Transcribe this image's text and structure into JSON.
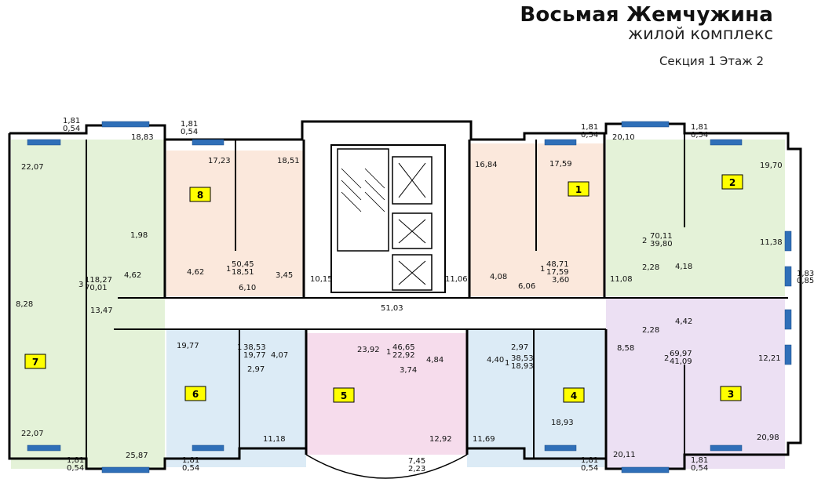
{
  "header": {
    "title": "Восьмая Жемчужина",
    "subtitle": "жилой комплекс",
    "section_floor": "Секция 1 Этаж  2"
  },
  "colors": {
    "apt_8": "#fbe8dc",
    "apt_1": "#fbe8dc",
    "apt_7": "#e4f2d8",
    "apt_2": "#e4f2d8",
    "apt_6": "#dcebf6",
    "apt_4": "#dcebf6",
    "apt_5": "#f6dcec",
    "apt_3": "#ece0f3",
    "label_fill": "#ffff00",
    "window": "#2f6fb8",
    "wall": "#000000"
  },
  "apartments": [
    {
      "number": "8",
      "total": "50,45",
      "living": "18,51",
      "rooms": "1"
    },
    {
      "number": "1",
      "total": "48,71",
      "living": "17,59",
      "rooms": "1"
    },
    {
      "number": "2",
      "total": "70,11",
      "living": "39,80",
      "rooms": "2"
    },
    {
      "number": "7",
      "total": "118,27",
      "living": "70,01",
      "rooms": "3"
    },
    {
      "number": "6",
      "total": "38,53",
      "living": "19,77",
      "rooms": "1"
    },
    {
      "number": "5",
      "total": "46,65",
      "living": "22,92",
      "rooms": "1"
    },
    {
      "number": "4",
      "total": "38,53",
      "living": "18,93",
      "rooms": "1"
    },
    {
      "number": "3",
      "total": "69,97",
      "living": "41,09",
      "rooms": "2"
    }
  ],
  "room_areas": {
    "a8_kitchen": "17,23",
    "a8_room": "18,51",
    "a8_hall": "6,10",
    "a8_wc": "4,62",
    "a8_bath": "3,45",
    "a8_loggia_top": "1,81",
    "a8_loggia_bot": "0,54",
    "a1_kitchen": "16,84",
    "a1_room": "17,59",
    "a1_hall": "6,06",
    "a1_wc": "4,08",
    "a1_bath": "3,60",
    "a2_room1": "20,10",
    "a2_room2": "19,70",
    "a2_kitchen": "11,38",
    "a2_hall": "11,08",
    "a2_wc": "2,28",
    "a2_bath": "4,18",
    "a7_room1": "22,07",
    "a7_room2": "18,83",
    "a7_room3": "22,07",
    "a7_kitchen": "25,87",
    "a7_hall": "13,47",
    "a7_corr": "8,28",
    "a7_wc": "1,98",
    "a7_bath": "4,62",
    "a6_room": "19,77",
    "a6_kitchen": "11,18",
    "a6_hall": "2,97",
    "a6_bath": "4,07",
    "a5_room": "23,92",
    "a5_kitchen": "12,92",
    "a5_hall": "3,74",
    "a5_bath": "4,84",
    "a4_room": "18,93",
    "a4_kitchen": "11,69",
    "a4_hall": "2,97",
    "a4_bath": "4,40",
    "a3_room1": "8,58",
    "a3_room2": "12,21",
    "a3_room3": "20,11",
    "a3_kitchen": "20,98",
    "a3_wc": "2,28",
    "a3_bath": "4,42",
    "corridor": "51,03",
    "stair_left": "10,15",
    "stair_right": "11,06",
    "balcony_center_top": "7,45",
    "balcony_center_bot": "2,23",
    "loggia_a": "1,81",
    "loggia_b": "0,54",
    "loggia_c": "1,83",
    "loggia_d": "0,85"
  }
}
